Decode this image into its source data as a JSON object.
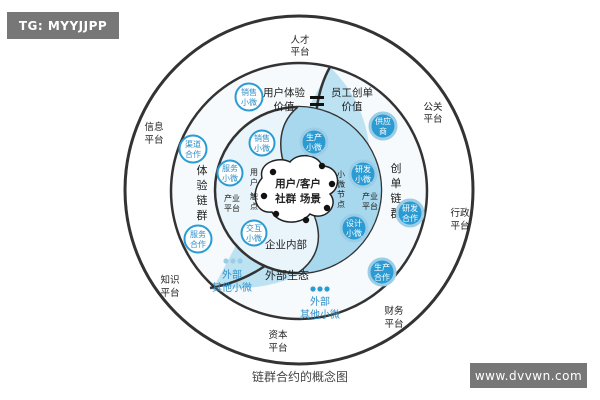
{
  "watermark_top": "TG: MYYJJPP",
  "watermark_bottom": "www.dvvwn.com",
  "caption": "链群合约的概念图",
  "outer_platforms": {
    "talent": [
      "人才",
      "平台"
    ],
    "public_relations": [
      "公关",
      "平台"
    ],
    "admin": [
      "行政",
      "平台"
    ],
    "finance": [
      "财务",
      "平台"
    ],
    "capital": [
      "资本",
      "平台"
    ],
    "knowledge": [
      "知识",
      "平台"
    ],
    "information": [
      "信息",
      "平台"
    ]
  },
  "middle": {
    "user_value": [
      "用户体验",
      "价值"
    ],
    "employee_value": [
      "员工创单",
      "价值"
    ],
    "experience_chain": [
      "体",
      "验",
      "链",
      "群"
    ],
    "create_chain": [
      "创",
      "单",
      "链",
      "群"
    ],
    "external_eco": "外部生态"
  },
  "inner": {
    "center": [
      "用户/客户",
      "社群 场景"
    ],
    "enterprise_internal": "企业内部",
    "touchpoint": [
      "用",
      "户",
      "触",
      "点"
    ],
    "node": [
      "小",
      "微",
      "节",
      "点"
    ],
    "industry_platform_left": [
      "产业",
      "平台"
    ],
    "industry_platform_right": [
      "产业",
      "平台"
    ]
  },
  "bubbles": {
    "sales_outer": [
      "销售",
      "小微"
    ],
    "channel": [
      "渠道",
      "合作"
    ],
    "service_partner": [
      "服务",
      "合作"
    ],
    "sales_inner": [
      "销售",
      "小微"
    ],
    "service_micro": [
      "服务",
      "小微"
    ],
    "interaction_micro": [
      "交互",
      "小微"
    ],
    "production_inner": [
      "生产",
      "小微"
    ],
    "supplier": [
      "供应",
      "商"
    ],
    "rd_inner": [
      "研发",
      "小微"
    ],
    "design_micro": [
      "设计",
      "小微"
    ],
    "rd_partner": [
      "研发",
      "合作"
    ],
    "production_partner": [
      "生产",
      "合作"
    ]
  },
  "external_micro_left": [
    "外部",
    "其他小微"
  ],
  "external_micro_right": [
    "外部",
    "其他小微"
  ],
  "colors": {
    "right_half": "#bde3f3",
    "left_half": "#f6fafc",
    "inner_right": "#a7d8ee",
    "inner_left": "#e9f5fa",
    "bubble_fill": "#2b9bd3",
    "bubble_ring": "#9ccde6",
    "accent_text": "#2e8fc8",
    "ring_stroke": "#333333"
  }
}
